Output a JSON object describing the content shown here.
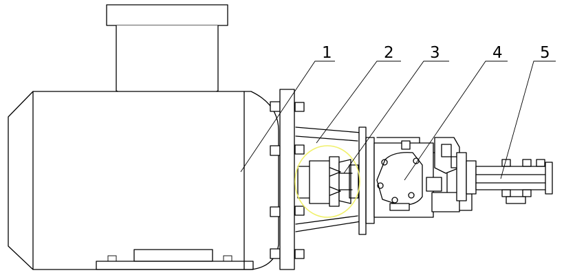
{
  "callouts": [
    {
      "label": "1"
    },
    {
      "label": "2"
    },
    {
      "label": "3"
    },
    {
      "label": "4"
    },
    {
      "label": "5"
    }
  ],
  "highlight": {
    "color": "#f0f06a"
  }
}
